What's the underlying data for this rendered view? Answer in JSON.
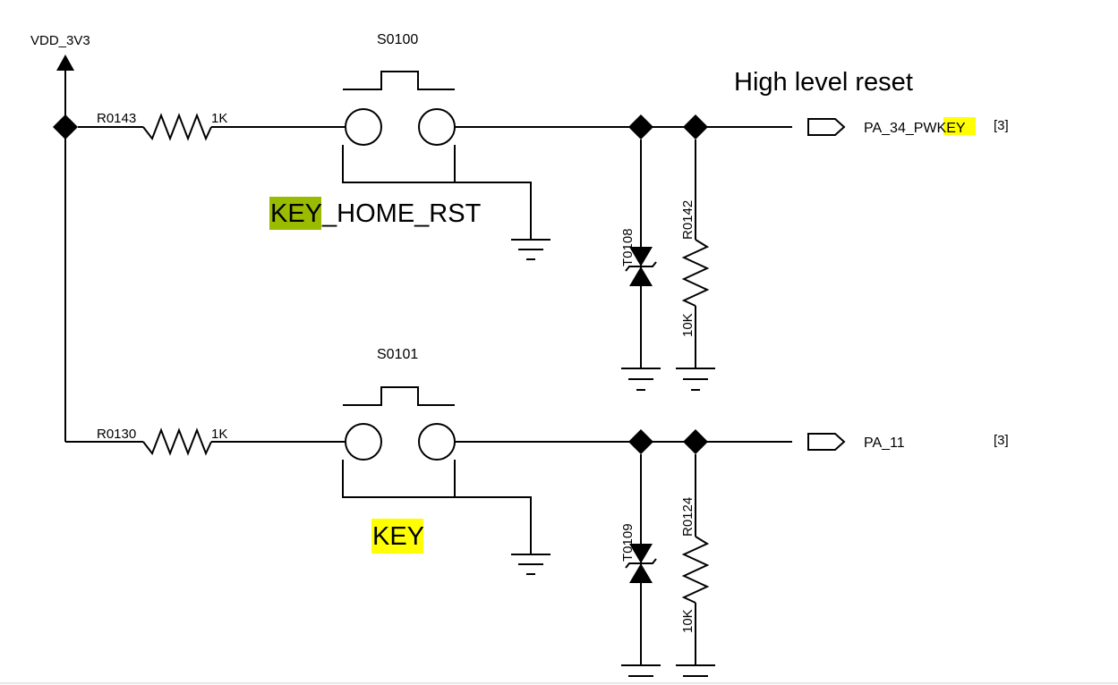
{
  "power": {
    "label": "VDD_3V3"
  },
  "switches": [
    {
      "ref": "S0100",
      "caption_highlight": "KEY",
      "caption_rest": "_HOME_RST"
    },
    {
      "ref": "S0101",
      "caption_highlight": "KEY",
      "caption_rest": ""
    }
  ],
  "resistors": [
    {
      "ref": "R0143",
      "value": "1K"
    },
    {
      "ref": "R0130",
      "value": "1K"
    },
    {
      "ref": "R0142",
      "value": "10K"
    },
    {
      "ref": "R0124",
      "value": "10K"
    }
  ],
  "tvs": [
    {
      "ref": "T0108"
    },
    {
      "ref": "T0109"
    }
  ],
  "nets": [
    {
      "name_prefix": "PA_34_PW",
      "name_highlight": "KEY",
      "page_ref": "[3]"
    },
    {
      "name_prefix": "PA_11",
      "name_highlight": "",
      "page_ref": "[3]"
    }
  ],
  "note": "High level reset",
  "colors": {
    "highlight_yellow": "#ffff00",
    "highlight_green": "#99bb00",
    "wire": "#000000"
  }
}
